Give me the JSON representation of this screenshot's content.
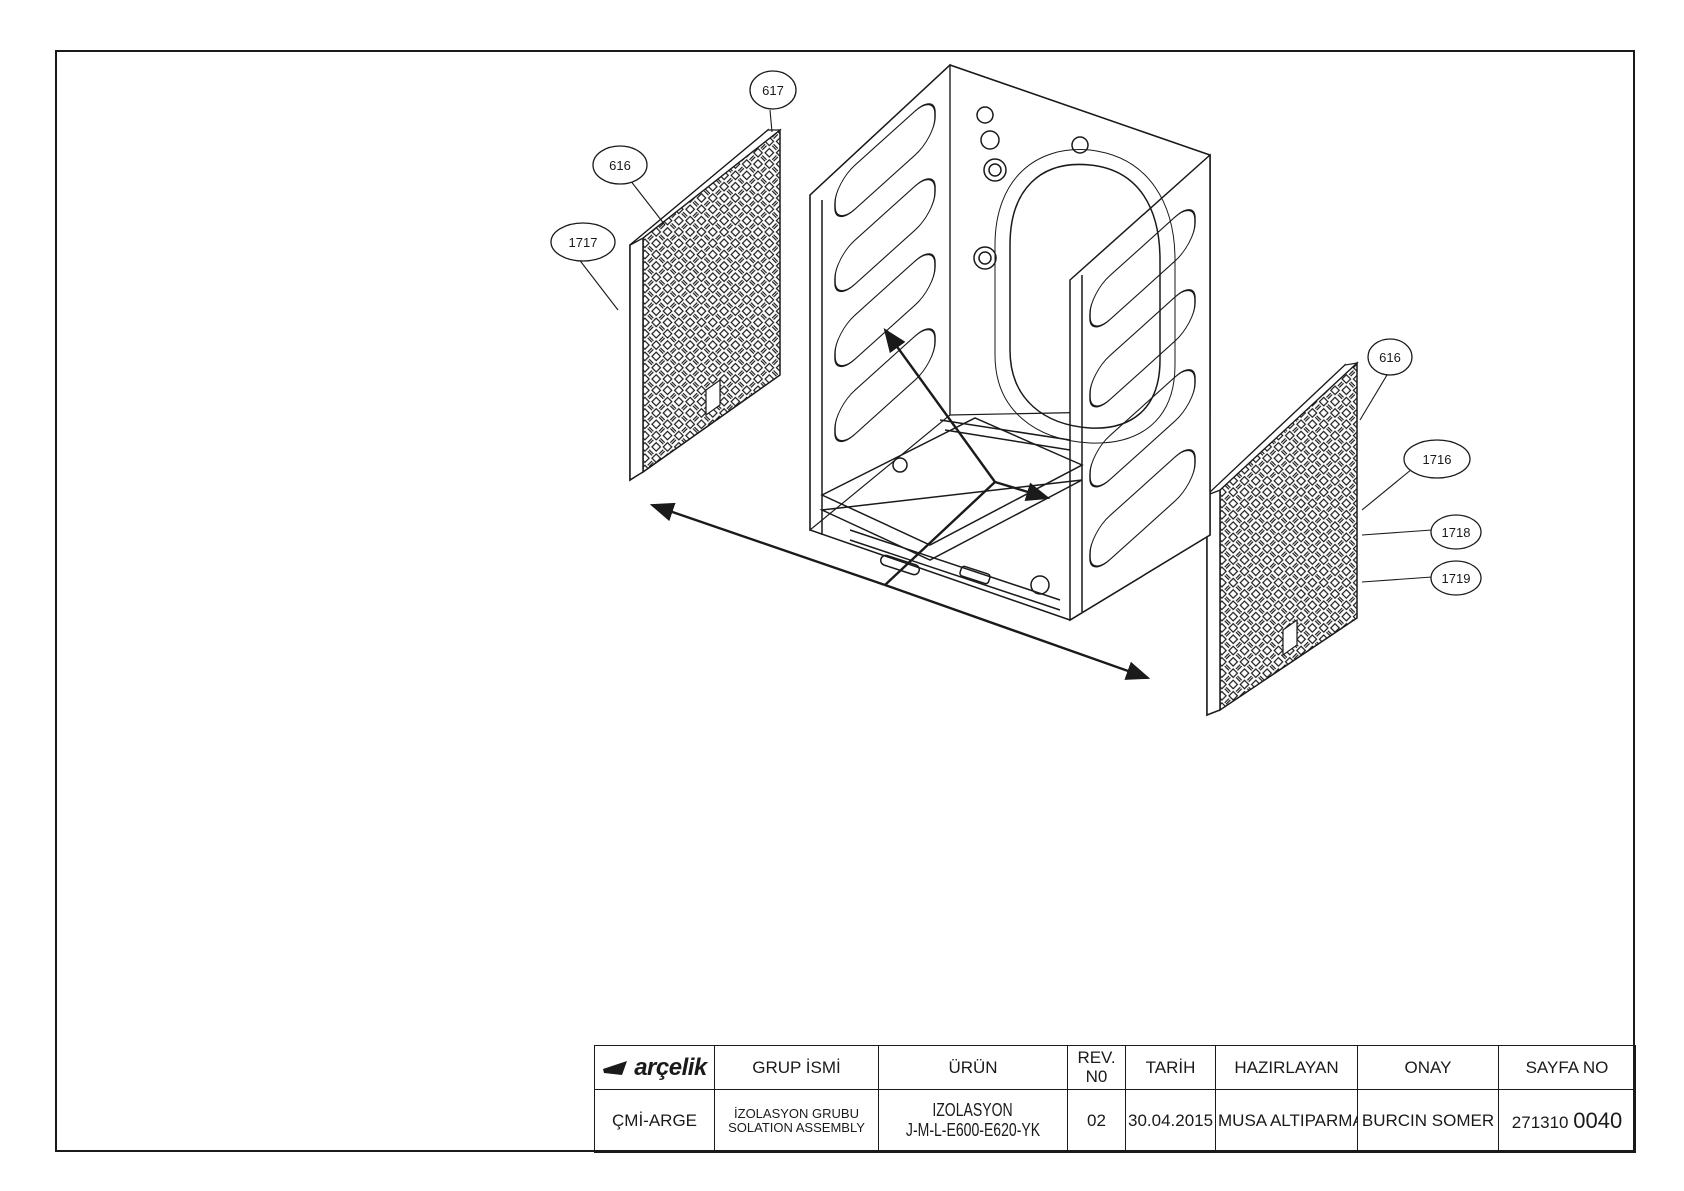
{
  "callouts": [
    {
      "id": "c617",
      "label": "617"
    },
    {
      "id": "c616a",
      "label": "616"
    },
    {
      "id": "c1717",
      "label": "1717"
    },
    {
      "id": "c616b",
      "label": "616"
    },
    {
      "id": "c1716",
      "label": "1716"
    },
    {
      "id": "c1718",
      "label": "1718"
    },
    {
      "id": "c1719",
      "label": "1719"
    }
  ],
  "title_block": {
    "logo": "arçelik",
    "headers": {
      "group_name": "GRUP İSMİ",
      "product": "ÜRÜN",
      "rev_no_line1": "REV.",
      "rev_no_line2": "N0",
      "date": "TARİH",
      "prepared_by": "HAZIRLAYAN",
      "approval": "ONAY",
      "page_no": "SAYFA NO"
    },
    "values": {
      "department": "ÇMİ-ARGE",
      "group_name_line1": "İZOLASYON GRUBU",
      "group_name_line2": "SOLATION ASSEMBLY",
      "product_line1": "IZOLASYON",
      "product_line2": "J-M-L-E600-E620-YK",
      "rev_no": "02",
      "date": "30.04.2015",
      "prepared_by": "MUSA ALTIPARMAK",
      "approval": "BURCIN SOMER",
      "page_no_prefix": "271310",
      "page_no_suffix": "0040"
    }
  }
}
